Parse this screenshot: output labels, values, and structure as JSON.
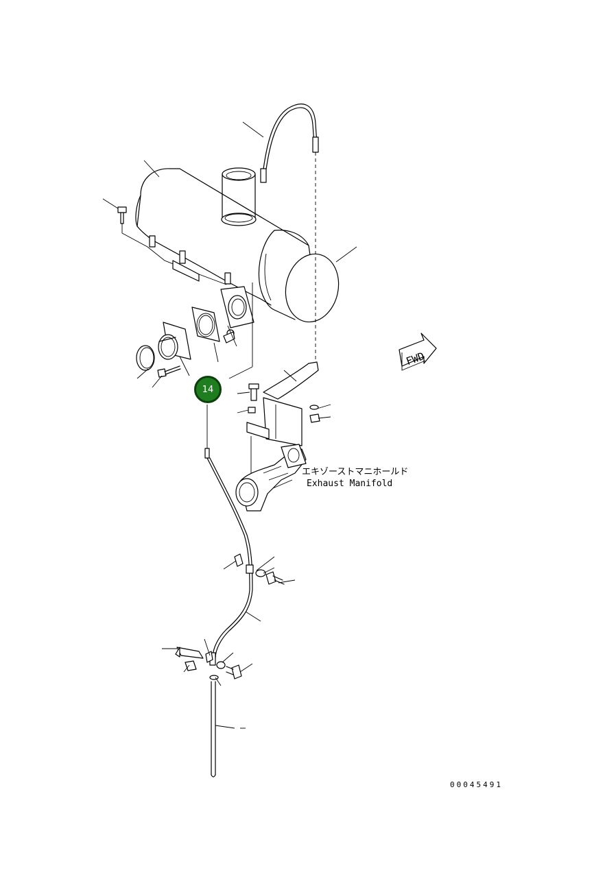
{
  "diagram": {
    "callout": {
      "number": "14",
      "color": "#1e7d1e"
    },
    "labels": {
      "manifold_jp": "エキゾーストマニホールド",
      "manifold_en": "Exhaust Manifold",
      "direction": "FWD",
      "drawing_number": "00045491"
    }
  }
}
